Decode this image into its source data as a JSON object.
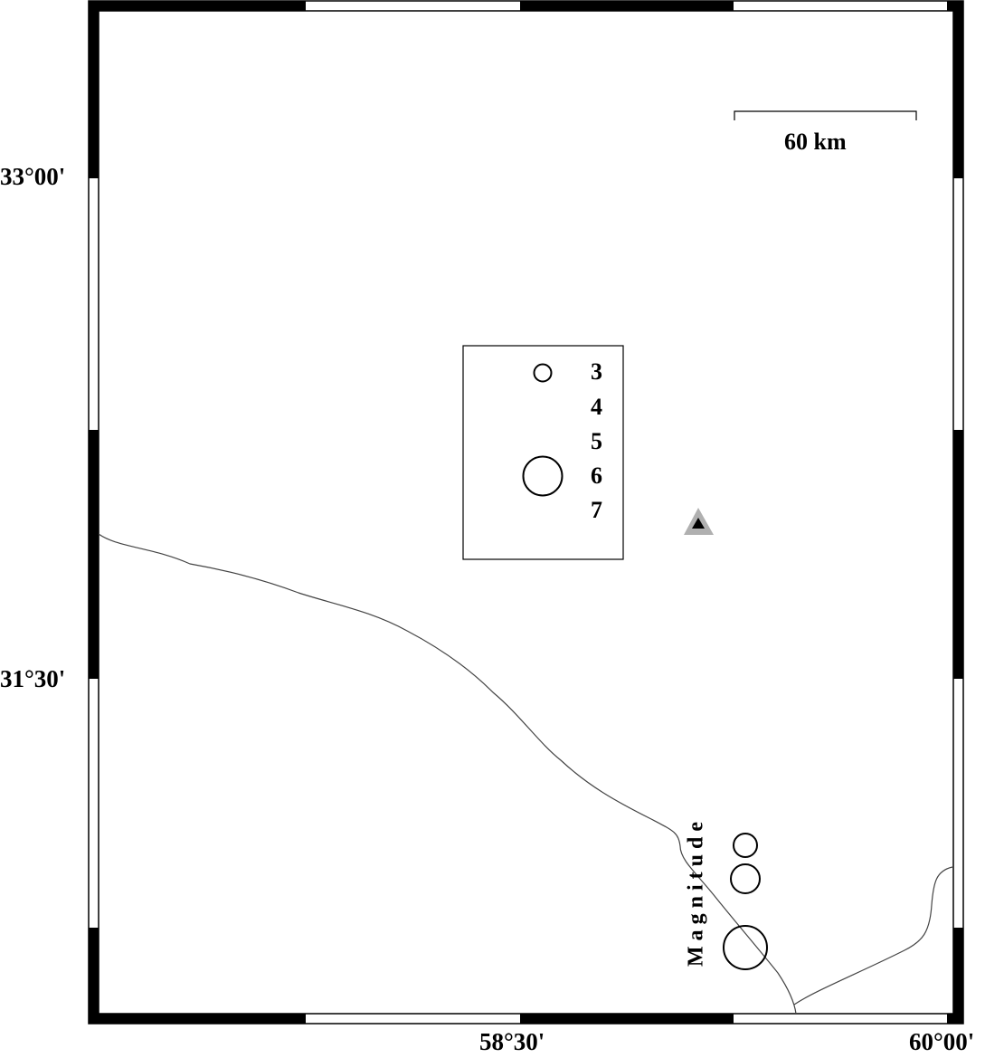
{
  "map": {
    "lat_labels": [
      "33°00'",
      "31°30'"
    ],
    "lon_labels": [
      "58°30'",
      "60°00'"
    ],
    "scale_bar": {
      "label": "60 km"
    },
    "legend": {
      "title": "Magnitude",
      "entries": [
        "3",
        "4",
        "5",
        "6",
        "7"
      ]
    },
    "colors": {
      "frame": "#000000",
      "station": "#b0b0b0",
      "coast": "#444444"
    }
  }
}
